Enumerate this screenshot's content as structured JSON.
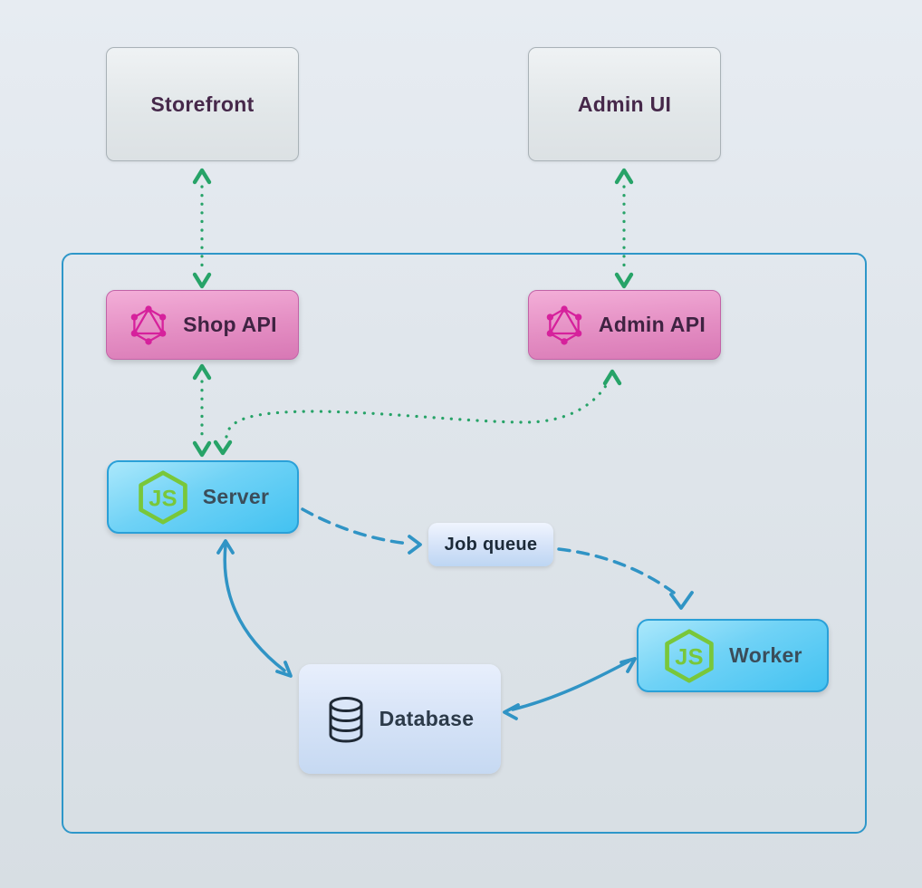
{
  "diagram": {
    "title": "commerce backend architecture",
    "nodes": {
      "storefront": {
        "label": "Storefront"
      },
      "admin_ui": {
        "label": "Admin UI"
      },
      "shop_api": {
        "label": "Shop API",
        "icon": "graphql-icon"
      },
      "admin_api": {
        "label": "Admin API",
        "icon": "graphql-icon"
      },
      "server": {
        "label": "Server",
        "icon": "nodejs-icon"
      },
      "job_queue": {
        "label": "Job queue"
      },
      "worker": {
        "label": "Worker",
        "icon": "nodejs-icon"
      },
      "database": {
        "label": "Database",
        "icon": "database-icon"
      }
    },
    "icons": {
      "nodejs_label": "JS"
    },
    "edges": [
      {
        "from": "storefront",
        "to": "shop_api",
        "style": "dotted",
        "color": "#27a368",
        "bidirectional": true
      },
      {
        "from": "admin_ui",
        "to": "admin_api",
        "style": "dotted",
        "color": "#27a368",
        "bidirectional": true
      },
      {
        "from": "shop_api",
        "to": "server",
        "style": "dotted",
        "color": "#27a368",
        "bidirectional": true
      },
      {
        "from": "server",
        "to": "admin_api",
        "style": "dotted",
        "color": "#27a368",
        "bidirectional": true
      },
      {
        "from": "server",
        "to": "job_queue",
        "style": "dashed",
        "color": "#3094c5",
        "bidirectional": false
      },
      {
        "from": "job_queue",
        "to": "worker",
        "style": "dashed",
        "color": "#3094c5",
        "bidirectional": false
      },
      {
        "from": "server",
        "to": "database",
        "style": "solid",
        "color": "#3094c5",
        "bidirectional": true
      },
      {
        "from": "worker",
        "to": "database",
        "style": "solid",
        "color": "#3094c5",
        "bidirectional": true
      }
    ],
    "colors": {
      "green_arrow": "#27a368",
      "blue_arrow": "#3094c5",
      "container_border": "#2e97c9",
      "graphql_pink": "#d6219c",
      "nodejs_green": "#79c73a",
      "frontend_text": "#46284a",
      "api_text": "#3f2342",
      "node_text": "#3b4d5a"
    }
  }
}
